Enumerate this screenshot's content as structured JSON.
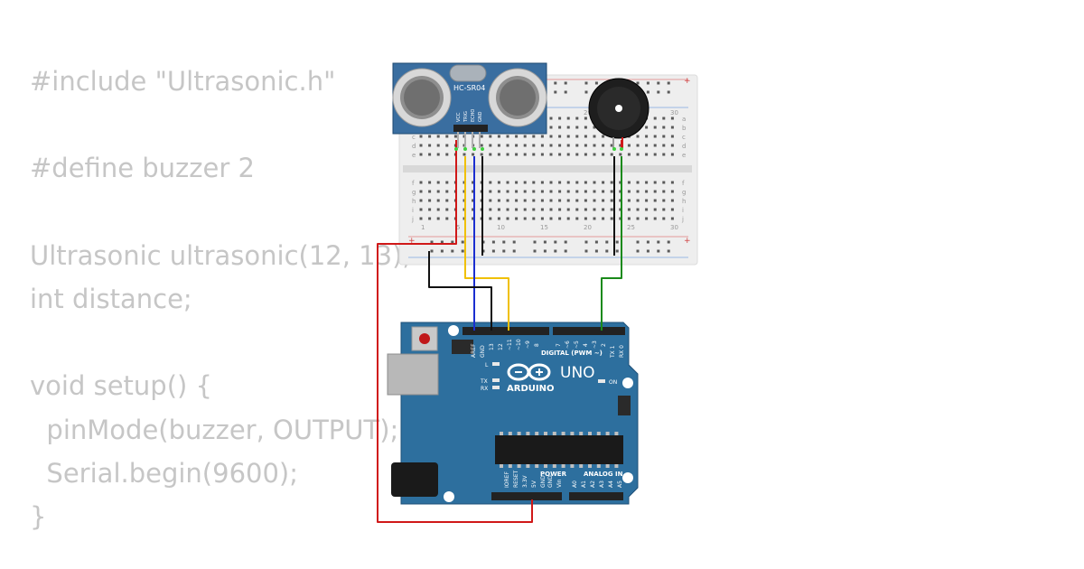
{
  "code_lines": [
    "#include \"Ultrasonic.h\"",
    "",
    "#define buzzer 2",
    "",
    "Ultrasonic ultrasonic(12, 13);",
    "int distance;",
    "",
    "void setup() {",
    "  pinMode(buzzer, OUTPUT);",
    "  Serial.begin(9600);",
    "}"
  ],
  "sensor": {
    "model": "HC-SR04",
    "pins": [
      "VCC",
      "TRIG",
      "ECHO",
      "GND"
    ]
  },
  "breadboard": {
    "rows": [
      "a",
      "b",
      "c",
      "d",
      "e",
      "f",
      "g",
      "h",
      "i",
      "j"
    ],
    "column_numbers": [
      "1",
      "5",
      "10",
      "15",
      "20",
      "25",
      "30"
    ],
    "plus": "+"
  },
  "arduino": {
    "brand": "ARDUINO",
    "model": "UNO",
    "digital_header": "DIGITAL (PWM ~)",
    "digital_pins": [
      "AREF",
      "GND",
      "13",
      "12",
      "~11",
      "~10",
      "~9",
      "8",
      "7",
      "~6",
      "~5",
      "4",
      "~3",
      "2",
      "TX 1",
      "RX 0"
    ],
    "power_label": "POWER",
    "analog_label": "ANALOG IN",
    "power_pins": [
      "IOREF",
      "RESET",
      "3.3V",
      "5V",
      "GND",
      "GND",
      "Vin"
    ],
    "analog_pins": [
      "A0",
      "A1",
      "A2",
      "A3",
      "A4",
      "A5"
    ],
    "led_labels": {
      "l": "L",
      "tx": "TX",
      "rx": "RX",
      "on": "ON"
    }
  },
  "colors": {
    "code_text": "#c6c6c6",
    "board_blue": "#2d6f9e",
    "sensor_blue": "#3a6ea0",
    "wire_red": "#d01818",
    "wire_yellow": "#f0c000",
    "wire_blue": "#1b2ed0",
    "wire_black": "#111111",
    "wire_green": "#1a8a1a"
  }
}
